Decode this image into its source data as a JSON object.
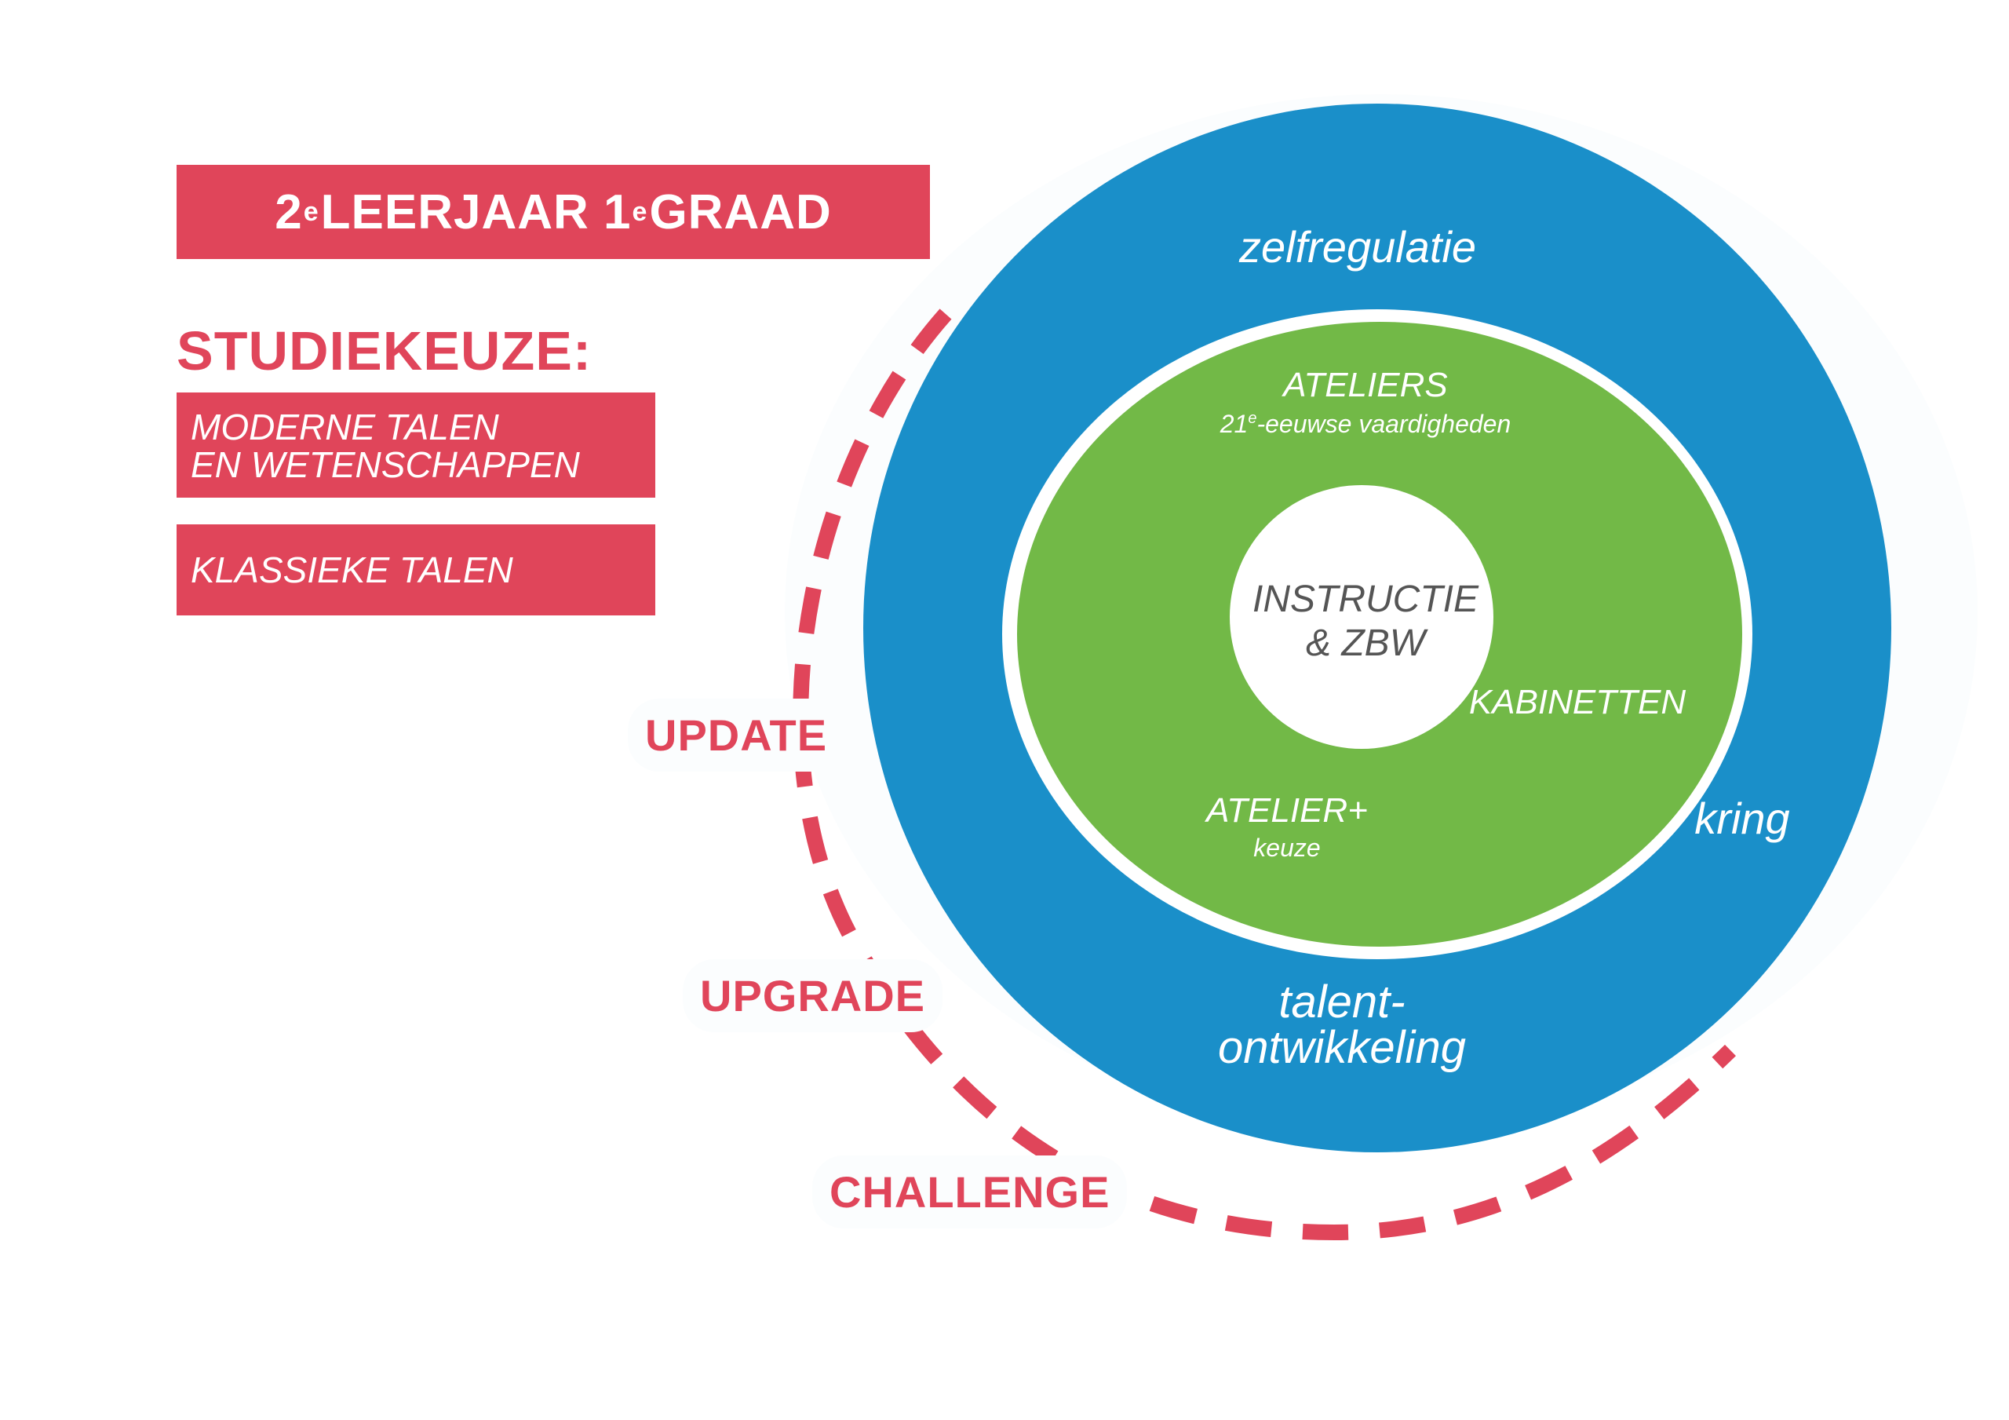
{
  "header": {
    "grade_prefix": "2",
    "grade_sup": "e",
    "grade_mid": " LEERJAAR 1",
    "grade_sup2": "e",
    "grade_suffix": " GRAAD"
  },
  "study_choice": {
    "heading": "STUDIEKEUZE:",
    "options": [
      {
        "line1": "MODERNE TALEN",
        "line2": "EN WETENSCHAPPEN"
      },
      {
        "line1": "KLASSIEKE TALEN"
      }
    ]
  },
  "levels": [
    "UPDATE",
    "UPGRADE",
    "CHALLENGE"
  ],
  "outer_ring": {
    "top": "zelfregulatie",
    "right": "kring",
    "bottom_line1": "talent-",
    "bottom_line2": "ontwikkeling"
  },
  "green_ring": {
    "ateliers": "ATELIERS",
    "ateliers_sub_prefix": "21",
    "ateliers_sub_sup": "e",
    "ateliers_sub_suffix": "-eeuwse vaardigheden",
    "kabinetten": "KABINETTEN",
    "atelierplus": "ATELIER+",
    "atelierplus_sub": "keuze"
  },
  "center": {
    "line1": "INSTRUCTIE",
    "line2": "& ZBW"
  },
  "colors": {
    "accent_red": "#e0455a",
    "outer_blue": "#1a8fc9",
    "inner_green": "#72b947",
    "center_text": "#555555"
  }
}
